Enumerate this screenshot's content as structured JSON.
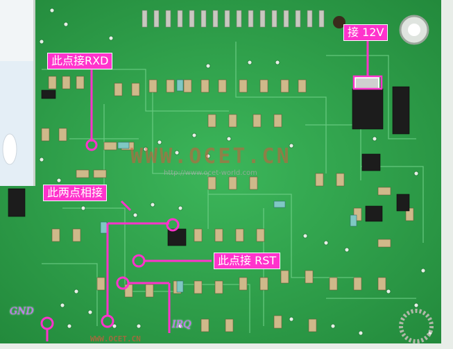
{
  "callouts": {
    "rxd": "此点接RXD",
    "power": "接 12V",
    "bridge": "此两点相接",
    "rst": "此点接 RST"
  },
  "edge_labels": {
    "gnd": "GND",
    "irq": "IRQ"
  },
  "watermarks": {
    "main": "WWW.OCET.CN",
    "sub": "http://www.ocet-world.com",
    "bottom": "WWW.OCET.CN"
  },
  "colors": {
    "board": "#2fa24d",
    "callout": "#ff33cc",
    "marker": "#ff33cc"
  }
}
